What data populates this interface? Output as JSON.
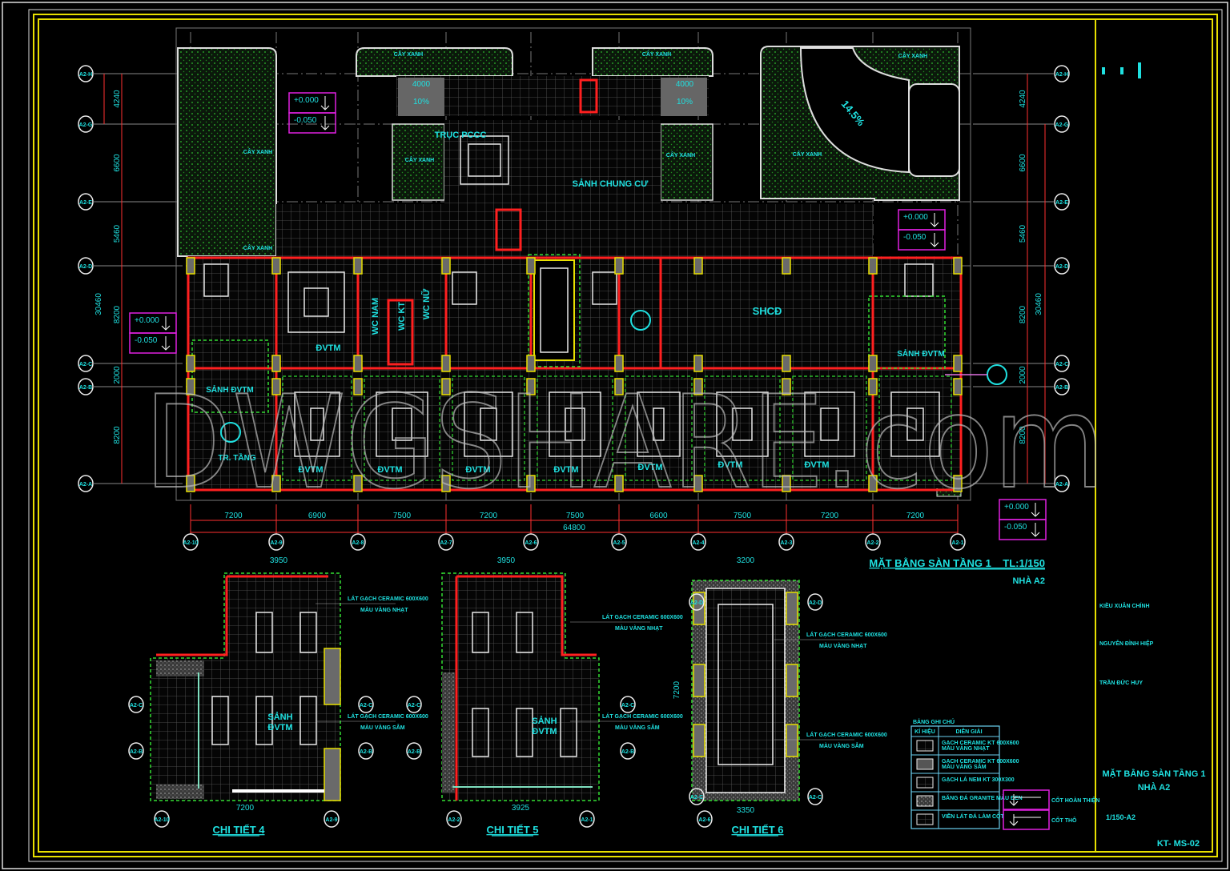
{
  "colors": {
    "background": "#000000",
    "frame": "#e8e000",
    "text": "#1fe0e0",
    "wall": "#ff2020",
    "planter_dots": "#33dd33",
    "level_box": "#e020e0"
  },
  "watermark": "DWGSHARE.com",
  "plan": {
    "title": "MẶT BẰNG SÀN TẦNG 1 _ TL:1/150",
    "subtitle": "NHÀ A2",
    "col_axes": [
      "A2-10",
      "A2-9",
      "A2-8",
      "A2-7",
      "A2-6",
      "A2-5",
      "A2-4",
      "A2-3",
      "A2-2",
      "A2-1"
    ],
    "col_dims": [
      "7200",
      "6900",
      "7500",
      "7200",
      "7500",
      "6600",
      "7500",
      "7200",
      "7200"
    ],
    "col_total": "64800",
    "row_axes": [
      "A2-H",
      "A2-G",
      "A2-E",
      "A2-D",
      "A2-C",
      "A2-B",
      "A2-A"
    ],
    "row_dims": [
      "4240",
      "6600",
      "5460",
      "8200",
      "2000",
      "8200"
    ],
    "row_total": "30460",
    "rooms": {
      "sanh_chung_cu": "SẢNH CHUNG CƯ",
      "truc_pccc": "TRỤC PCCC",
      "wc_nam": "WC NAM",
      "wc_kt": "WC KT",
      "wc_nu": "WC NỮ",
      "shcd": "SHCĐ",
      "sanh_dvtm": "SẢNH ĐVTM",
      "tr_tang": "TR. TẦNG",
      "dvtm": "ĐVTM",
      "cay_xanh": "CÂY XANH"
    },
    "levels": {
      "finish": "+0.000",
      "rough": "-0.050"
    },
    "ramp_slope": "14.5%",
    "ramp_dims": [
      "4000",
      "4000"
    ],
    "ramp_labels": [
      "10%",
      "10%"
    ]
  },
  "details": [
    {
      "title": "CHI TIẾT 4",
      "room": "SẢNH ĐVTM",
      "width": "7200",
      "top_width": "3950",
      "axes": [
        "A2-C",
        "A2-B",
        "A2-10",
        "A2-9"
      ],
      "notes": [
        [
          "LÁT GẠCH CERAMIC 600X600",
          "MÀU VÀNG NHẠT"
        ],
        [
          "LÁT GẠCH CERAMIC 600X600",
          "MÀU VÀNG SẪM"
        ]
      ]
    },
    {
      "title": "CHI TIẾT 5",
      "room": "SẢNH ĐVTM",
      "width": "3925",
      "top_width": "3950",
      "axes": [
        "A2-C",
        "A2-B",
        "A2-2",
        "A2-1"
      ],
      "notes": [
        [
          "LÁT GẠCH CERAMIC 600X600",
          "MÀU VÀNG NHẠT"
        ],
        [
          "LÁT GẠCH CERAMIC 600X600",
          "MÀU VÀNG SẪM"
        ]
      ]
    },
    {
      "title": "CHI TIẾT 6",
      "room": "",
      "width": "3350",
      "top_width": "3200",
      "height": "7200",
      "axes": [
        "A2-D",
        "A2-D",
        "A2-C",
        "A2-C",
        "A2-6"
      ],
      "notes": [
        [
          "LÁT GẠCH CERAMIC 600X600",
          "MÀU VÀNG NHẠT"
        ],
        [
          "LÁT GẠCH CERAMIC 600X600",
          "MÀU VÀNG SẪM"
        ]
      ]
    }
  ],
  "legend": {
    "title": "BẢNG GHI CHÚ",
    "headers": [
      "KÍ HIỆU",
      "DIỄN GIẢI"
    ],
    "rows": [
      [
        "GẠCH CERAMIC KT 600X600",
        "MÀU VÀNG NHẠT"
      ],
      [
        "GẠCH CERAMIC KT 600X600",
        "MÀU VÀNG SẪM"
      ],
      [
        "GẠCH LÁ NEM KT 300X300",
        ""
      ],
      [
        "BĂNG ĐÁ GRANITE MÀU ĐEN",
        ""
      ],
      [
        "VIỀN LÁT ĐÁ LÀM CỘT",
        ""
      ]
    ],
    "level_labels": [
      "CỐT HOÀN THIỆN",
      "CỐT THÔ"
    ]
  },
  "title_block": {
    "people": [
      "KIỀU XUÂN CHÍNH",
      "NGUYỄN ĐÌNH HIỆP",
      "TRẦN ĐỨC HUY"
    ],
    "drawing_title": "MẶT BẰNG SÀN TẦNG 1",
    "building": "NHÀ A2",
    "scale": "1/150-A2",
    "sheet_no": "KT- MS-02"
  }
}
